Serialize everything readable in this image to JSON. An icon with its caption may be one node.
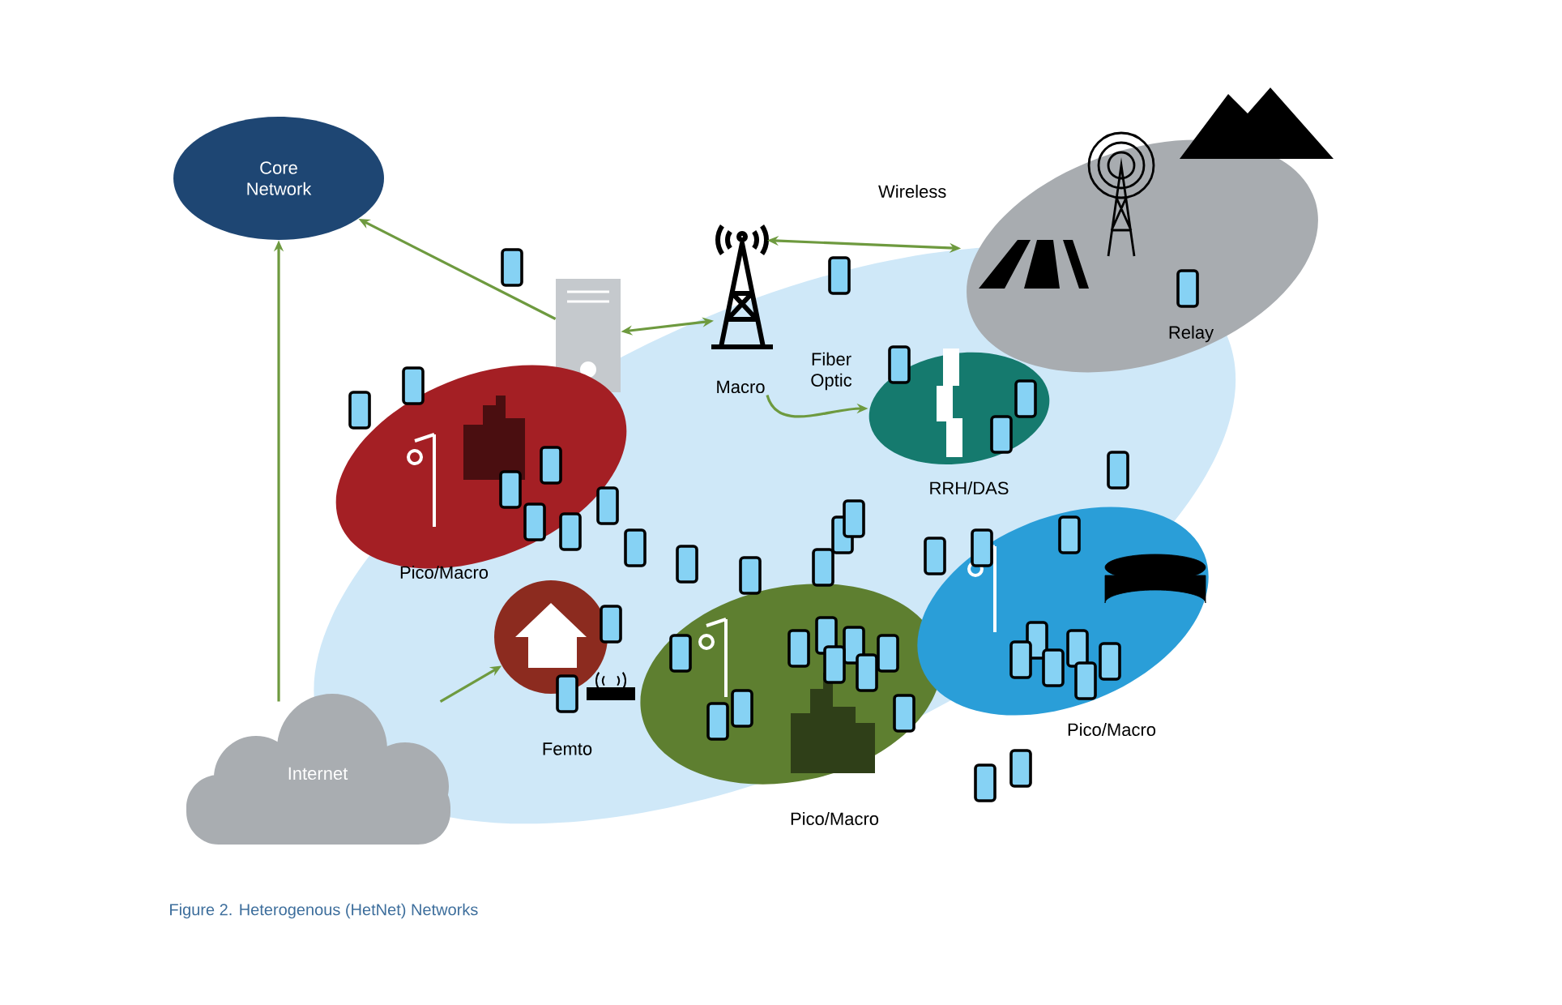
{
  "diagram": {
    "caption": "Figure 2. Heterogenous (HetNet) Networks",
    "nodes": [
      {
        "text": [
          "Core Network"
        ]
      },
      {
        "text": [],
        "shape": "ellipse"
      },
      {
        "text": [],
        "shape": "picture",
        "in": 1
      },
      {
        "text": [
          "Macro"
        ],
        "in": 1
      },
      {
        "text": [
          "Relay"
        ]
      },
      {
        "text": [
          "Pico/Macro"
        ],
        "in": 1
      },
      {
        "text": [
          "RRH/DAS"
        ],
        "in": 1
      },
      {
        "text": [
          "Femto"
        ],
        "in": 1
      },
      {
        "text": [
          "Pico/Macro"
        ],
        "in": 1
      },
      {
        "text": [
          "Pico/Macro"
        ],
        "in": 1
      },
      {
        "text": [
          "Internet"
        ]
      }
    ],
    "edges": [
      {
        "from": 2,
        "to": 0,
        "arrow": "to"
      },
      {
        "from": 10,
        "to": 0,
        "arrow": "to"
      },
      {
        "from": 10,
        "to": 7,
        "arrow": "to"
      },
      {
        "from": 2,
        "to": 3,
        "arrow": "both"
      },
      {
        "from": 3,
        "to": 4,
        "arrow": "both",
        "label": "Wireless"
      },
      {
        "from": 3,
        "to": 6,
        "arrow": "to",
        "label": "Fiber Optic"
      }
    ]
  }
}
